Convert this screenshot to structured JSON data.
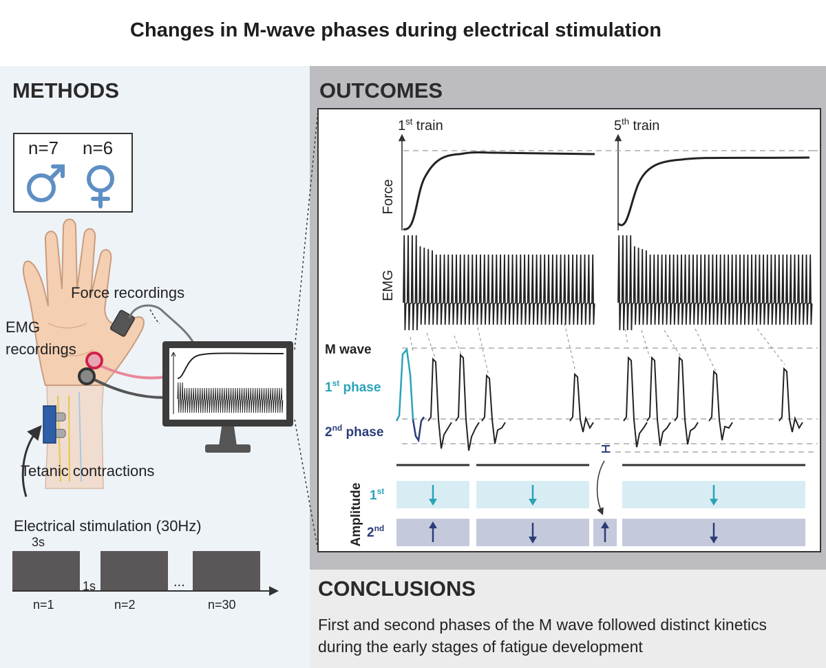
{
  "title": "Changes in M-wave phases during electrical stimulation",
  "methods": {
    "header": "METHODS",
    "participants": {
      "male": "n=7",
      "female": "n=6"
    },
    "icons": [
      "male-symbol-icon",
      "female-symbol-icon",
      "hand-icon",
      "monitor-icon",
      "stimulation-electrode-icon"
    ],
    "labels": {
      "force": "Force recordings",
      "emg_line1": "EMG",
      "emg_line2": "recordings",
      "tetanic": "Tetanic contractions"
    },
    "stimulation": {
      "title": "Electrical stimulation (30Hz)",
      "duration": "3s",
      "rest": "1s",
      "ellipsis": "...",
      "trains": [
        "n=1",
        "n=2",
        "n=30"
      ]
    }
  },
  "outcomes": {
    "header": "OUTCOMES",
    "train1": {
      "label": "1",
      "sup": "st",
      "suffix": " train"
    },
    "train5": {
      "label": "5",
      "sup": "th",
      "suffix": " train"
    },
    "force_label": "Force",
    "emg_label": "EMG",
    "mwave_label": "M wave",
    "phase1": {
      "label": "1",
      "sup": "st",
      "suffix": " phase",
      "color": "#2aa3b8"
    },
    "phase2": {
      "label": "2",
      "sup": "nd",
      "suffix": " phase",
      "color": "#2b3d78"
    },
    "amplitude": {
      "label": "Amplitude",
      "row1": {
        "label": "1",
        "sup": "st"
      },
      "row2": {
        "label": "2",
        "sup": "nd"
      },
      "row1_trend": [
        "down",
        "down",
        "down"
      ],
      "row2_trend": [
        "up",
        "down",
        "up",
        "down"
      ]
    }
  },
  "conclusions": {
    "header": "CONCLUSIONS",
    "text": "First and second phases of the M wave followed distinct kinetics during the early stages of fatigue development"
  }
}
